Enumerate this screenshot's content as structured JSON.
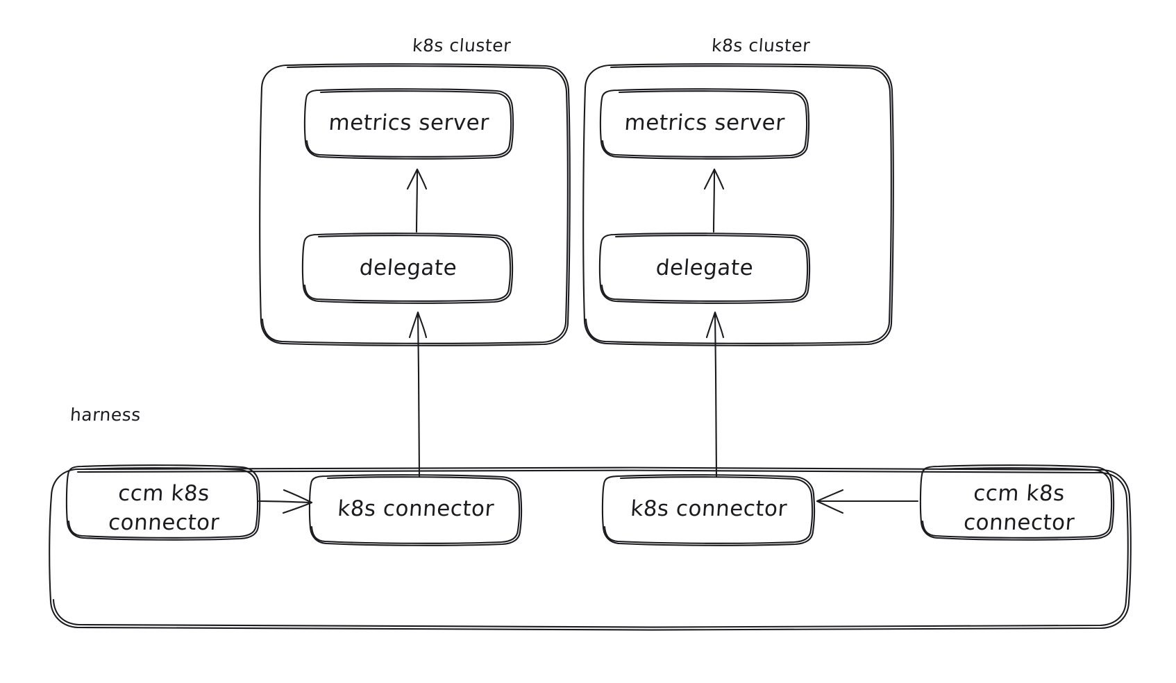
{
  "diagram": {
    "title": "harness ccm k8s connector to k8s cluster metrics flow",
    "stroke_color": "#1b1b1f",
    "background_color": "#ffffff",
    "style": "hand-drawn"
  },
  "groups": [
    {
      "id": "cluster-left",
      "label": "k8s cluster",
      "label_position": "top-right-outside"
    },
    {
      "id": "cluster-right",
      "label": "k8s cluster",
      "label_position": "top-right-outside"
    },
    {
      "id": "harness",
      "label": "harness",
      "label_position": "top-left-outside"
    }
  ],
  "nodes": {
    "metrics_server_left": "metrics server",
    "metrics_server_right": "metrics server",
    "delegate_left": "delegate",
    "delegate_right": "delegate",
    "k8s_connector_left": "k8s connector",
    "k8s_connector_right": "k8s connector",
    "ccm_connector_left_line1": "ccm k8s",
    "ccm_connector_left_line2": "connector",
    "ccm_connector_right_line1": "ccm k8s",
    "ccm_connector_right_line2": "connector"
  },
  "edges": [
    {
      "id": "edge-delegate-to-metrics-left",
      "from": "delegate_left",
      "to": "metrics_server_left",
      "direction": "up"
    },
    {
      "id": "edge-delegate-to-metrics-right",
      "from": "delegate_right",
      "to": "metrics_server_right",
      "direction": "up"
    },
    {
      "id": "edge-connector-to-delegate-left",
      "from": "k8s_connector_left",
      "to": "delegate_left",
      "direction": "up"
    },
    {
      "id": "edge-connector-to-delegate-right",
      "from": "k8s_connector_right",
      "to": "delegate_right",
      "direction": "up"
    },
    {
      "id": "edge-ccm-to-connector-left",
      "from": "ccm_connector_left",
      "to": "k8s_connector_left",
      "direction": "right"
    },
    {
      "id": "edge-ccm-to-connector-right",
      "from": "ccm_connector_right",
      "to": "k8s_connector_right",
      "direction": "left"
    }
  ]
}
